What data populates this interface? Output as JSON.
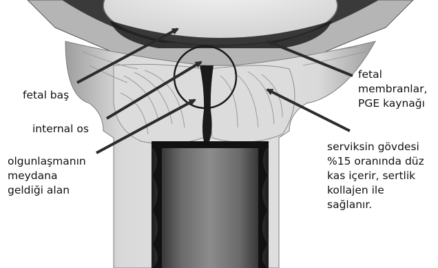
{
  "labels": {
    "fetal_head": "fetal baş",
    "internal_os": "internal os",
    "ripening_area": "olgunlaşmanın\nmeydana\ngeldiği alan",
    "fetal_membranes": "fetal\nmembranlar,\nPGE kaynağı",
    "cervix_body": "serviksin gövdesi\n%15 oranında düz\nkas içerir, sertlik\nkollajen ile\nsağlanır."
  },
  "colors": {
    "text": "#111111",
    "arrow": "#2b2b2b",
    "tissue_light": "#d6d6d6",
    "tissue_mid": "#a9a9a9",
    "tissue_dark": "#4a4a4a",
    "lumen": "#1a1a1a",
    "fetal_head": "#e8e8e8"
  }
}
